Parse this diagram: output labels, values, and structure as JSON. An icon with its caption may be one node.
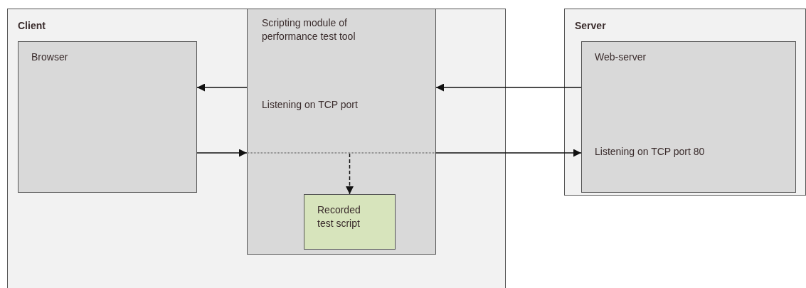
{
  "diagram": {
    "nodes": [
      {
        "text": [
          "Client"
        ]
      },
      {
        "text": [
          "Browser"
        ],
        "in": 0
      },
      {
        "text": [
          "Scripting module of performance test tool",
          "Listening on TCP port"
        ],
        "in": 0
      },
      {
        "text": [
          "Recorded test script"
        ],
        "in": 2
      },
      {
        "text": [
          "Server"
        ]
      },
      {
        "text": [
          "Web-server",
          "Listening on TCP port 80"
        ],
        "in": 4
      }
    ],
    "edges": [
      {
        "from": 2,
        "to": 1,
        "arrow": "to"
      },
      {
        "from": 5,
        "to": 2,
        "arrow": "to"
      },
      {
        "from": 1,
        "to": 2,
        "arrow": "to"
      },
      {
        "from": 2,
        "to": 5,
        "arrow": "to"
      },
      {
        "from": null,
        "to": 3,
        "arrow": "to",
        "style": "dashed"
      }
    ]
  }
}
